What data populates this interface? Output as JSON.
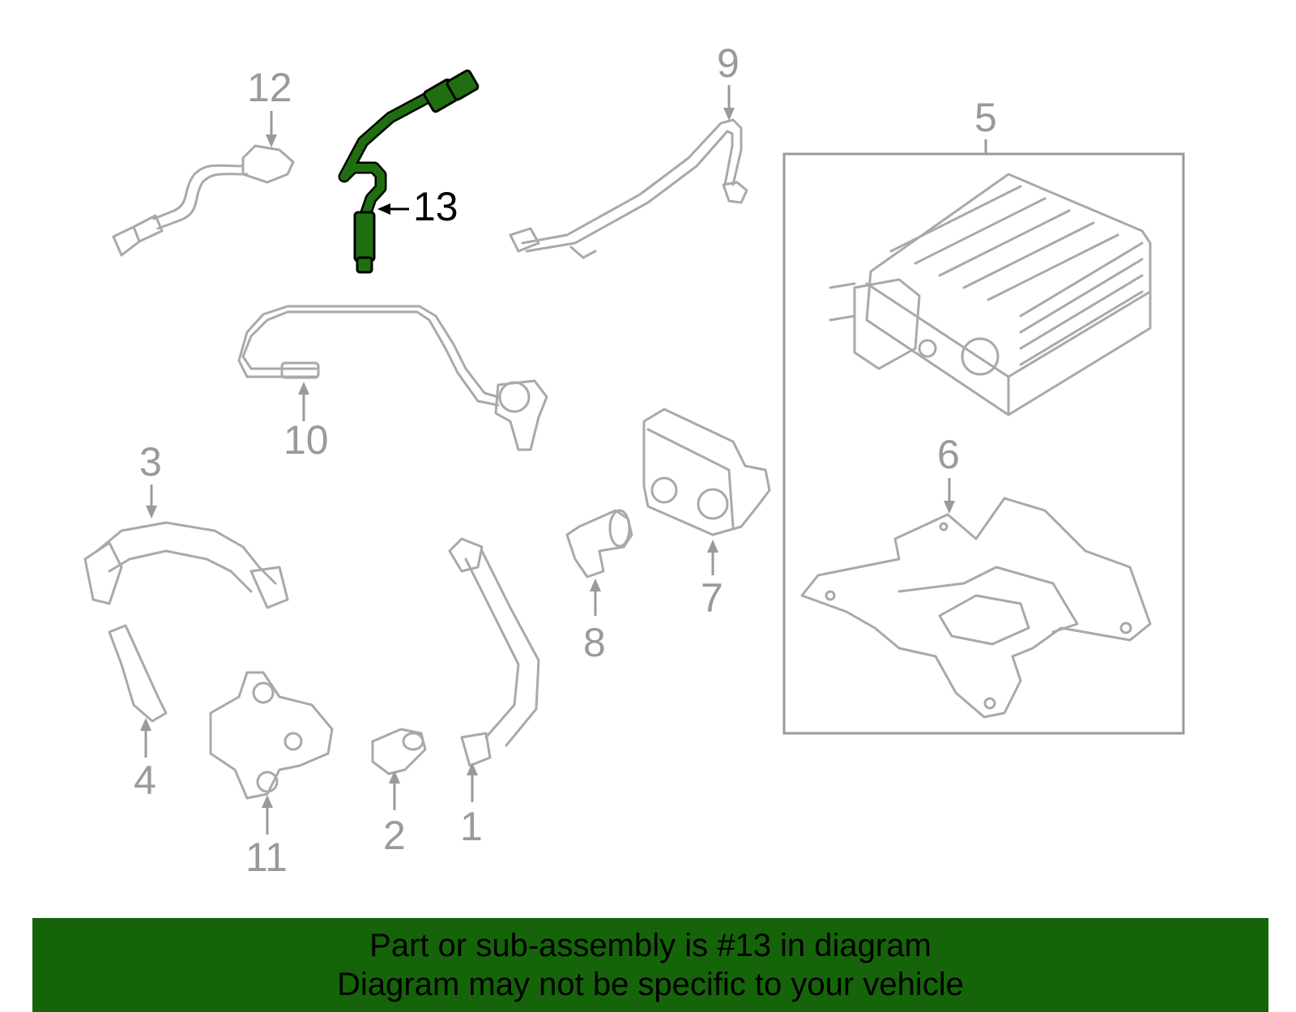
{
  "diagram": {
    "callouts": {
      "c1": "1",
      "c2": "2",
      "c3": "3",
      "c4": "4",
      "c5": "5",
      "c6": "6",
      "c7": "7",
      "c8": "8",
      "c9": "9",
      "c10": "10",
      "c11": "11",
      "c12": "12",
      "c13": "13"
    },
    "highlighted_part": "13",
    "highlight_color": "#1f6f10",
    "part_line_color": "#a9a9a9"
  },
  "banner": {
    "line1": "Part or sub-assembly is #13 in diagram",
    "line2": "Diagram may not be specific to your vehicle",
    "background": "#16640a"
  }
}
